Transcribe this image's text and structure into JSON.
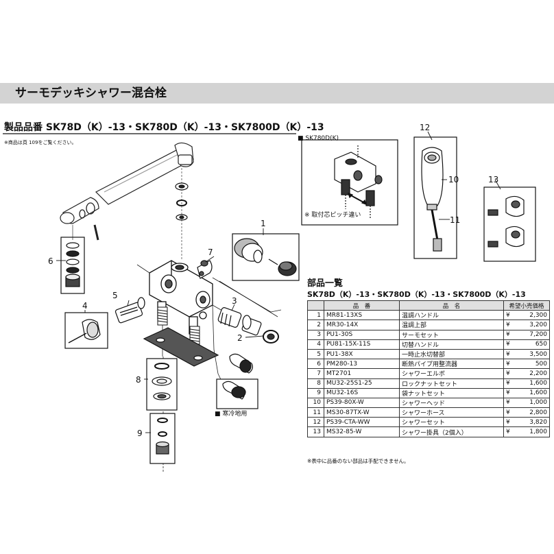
{
  "banner": {
    "title": "サーモデッキシャワー混合栓"
  },
  "model": {
    "label": "製品品番",
    "codes": "SK78D（K）-13・SK780D（K）-13・SK7800D（K）-13",
    "note": "※商品は頁 109をご覧ください。"
  },
  "diagram": {
    "inset_label": "■ SK780D(K)",
    "pitch_note": "※ 取付芯ピッチ違い",
    "cold_label": "■ 寒冷地用",
    "callouts": [
      "1",
      "2",
      "3",
      "4",
      "5",
      "6",
      "7",
      "8",
      "9",
      "10",
      "11",
      "12",
      "13"
    ]
  },
  "parts": {
    "title": "部品一覧",
    "subtitle": "SK78D（K）-13・SK780D（K）-13・SK7800D（K）-13",
    "headers": [
      "",
      "品　番",
      "品　名",
      "希望小売価格"
    ],
    "currency": "¥",
    "rows": [
      {
        "no": "1",
        "code": "MR81-13XS",
        "name": "温調ハンドル",
        "price": "2,300"
      },
      {
        "no": "2",
        "code": "MR30-14X",
        "name": "温調上部",
        "price": "3,200"
      },
      {
        "no": "3",
        "code": "PU1-30S",
        "name": "サーモセット",
        "price": "7,200"
      },
      {
        "no": "4",
        "code": "PU81-15X-11S",
        "name": "切替ハンドル",
        "price": "650"
      },
      {
        "no": "5",
        "code": "PU1-38X",
        "name": "一時止水切替部",
        "price": "3,500"
      },
      {
        "no": "6",
        "code": "PM280-13",
        "name": "断熱パイプ用整流器",
        "price": "500"
      },
      {
        "no": "7",
        "code": "MT2701",
        "name": "シャワーエルボ",
        "price": "2,200"
      },
      {
        "no": "8",
        "code": "MU32-25S1-25",
        "name": "ロックナットセット",
        "price": "1,600"
      },
      {
        "no": "9",
        "code": "MU32-16S",
        "name": "袋ナットセット",
        "price": "1,600"
      },
      {
        "no": "10",
        "code": "PS39-80X-W",
        "name": "シャワーヘッド",
        "price": "1,000"
      },
      {
        "no": "11",
        "code": "MS30-87TX-W",
        "name": "シャワーホース",
        "price": "2,800"
      },
      {
        "no": "12",
        "code": "PS39-CTA-WW",
        "name": "シャワーセット",
        "price": "3,820"
      },
      {
        "no": "13",
        "code": "MS32-85-W",
        "name": "シャワー掛具（2個入）",
        "price": "1,800"
      }
    ],
    "footnote": "※表中に品番のない部品は手配できません。"
  }
}
